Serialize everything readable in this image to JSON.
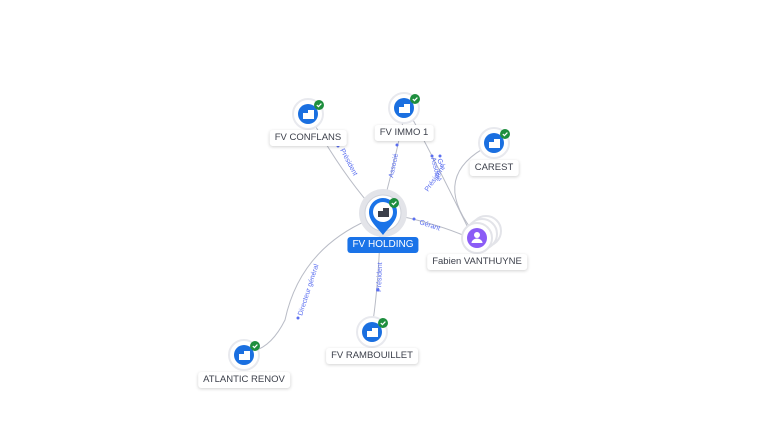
{
  "colors": {
    "company": "#1a6fe0",
    "person": "#8b5cf6",
    "check": "#1e8e3e",
    "edge": "#b9bcc6",
    "edge_label": "#5a6ef0",
    "main_label_bg": "#1a73e8"
  },
  "nodes": {
    "fv_conflans": {
      "label": "FV CONFLANS",
      "icon": "building-icon"
    },
    "fv_immo1": {
      "label": "FV IMMO 1",
      "icon": "building-icon"
    },
    "carest": {
      "label": "CAREST",
      "icon": "building-icon"
    },
    "fv_holding": {
      "label": "FV HOLDING",
      "icon": "building-icon"
    },
    "fabien": {
      "label": "Fabien VANTHUYNE",
      "icon": "person-icon"
    },
    "fv_rambouillet": {
      "label": "FV RAMBOUILLET",
      "icon": "building-icon"
    },
    "atlantic_renov": {
      "label": "ATLANTIC RENOV",
      "icon": "building-icon"
    }
  },
  "edges": {
    "holding_conflans": "Président",
    "holding_immo1": "Associé",
    "fabien_immo1_a": "Gé",
    "fabien_immo1_b": "Associé",
    "fabien_carest": "Président",
    "fabien_holding": "Gérant",
    "holding_rambouillet": "Président",
    "holding_atlantic": "Directeur général"
  }
}
